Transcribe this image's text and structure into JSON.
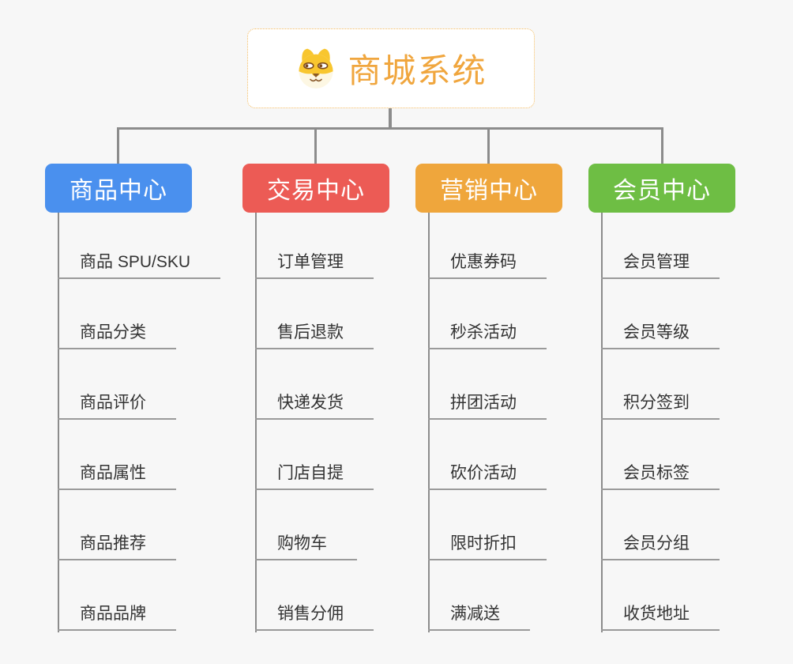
{
  "canvas": {
    "background": "#f7f7f7"
  },
  "root": {
    "title": "商城系统",
    "icon": "dog-face-icon",
    "title_color": "#f0a63e",
    "border_color": "#f3bc62"
  },
  "connectors": {
    "color": "#8c8c8c"
  },
  "branches": [
    {
      "label": "商品中心",
      "color": "#4a90ee",
      "items": [
        "商品 SPU/SKU",
        "商品分类",
        "商品评价",
        "商品属性",
        "商品推荐",
        "商品品牌"
      ]
    },
    {
      "label": "交易中心",
      "color": "#ec5b55",
      "items": [
        "订单管理",
        "售后退款",
        "快递发货",
        "门店自提",
        "购物车",
        "销售分佣"
      ]
    },
    {
      "label": "营销中心",
      "color": "#efa63c",
      "items": [
        "优惠券码",
        "秒杀活动",
        "拼团活动",
        "砍价活动",
        "限时折扣",
        "满减送"
      ]
    },
    {
      "label": "会员中心",
      "color": "#6ebe44",
      "items": [
        "会员管理",
        "会员等级",
        "积分签到",
        "会员标签",
        "会员分组",
        "收货地址"
      ]
    }
  ]
}
